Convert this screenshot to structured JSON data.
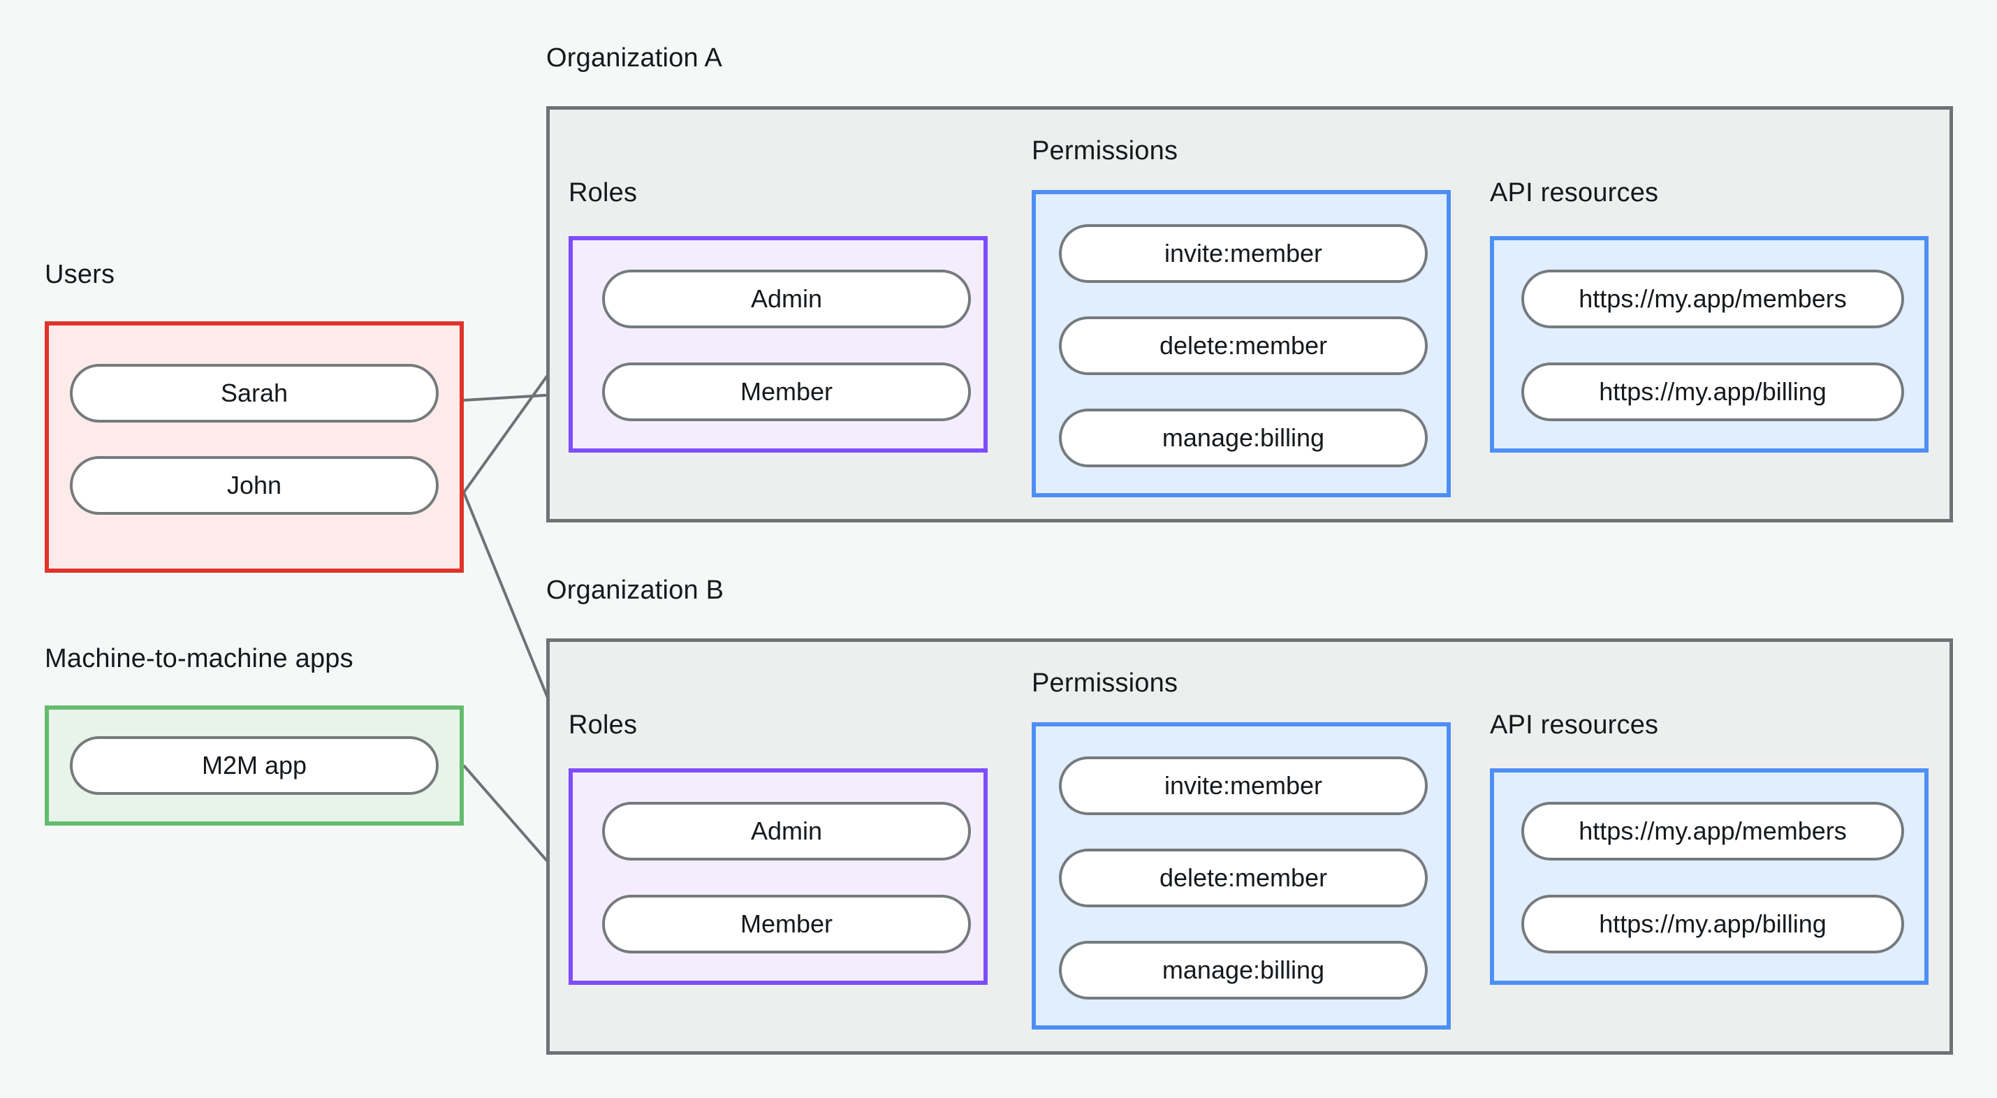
{
  "diagram": {
    "title_hidden": "",
    "background_color": "#f6f8f8",
    "colors": {
      "users_border": "#e0332a",
      "users_fill": "#fcebe9",
      "m2m_border": "#64bc6e",
      "m2m_fill": "#e8f4e9",
      "org_border": "#6d7275",
      "org_fill": "#edefee",
      "roles_border": "#7d4dfe",
      "roles_fill": "#f4edfe",
      "permissions_border": "#4d8ff5",
      "permissions_fill": "#e0eefd",
      "api_border": "#4d8ff5",
      "api_fill": "#e0eefd",
      "node_border": "#757a7d",
      "node_fill": "#ffffff",
      "edge": "#6d7275",
      "text": "#15191c"
    }
  },
  "labels": {
    "users": "Users",
    "m2m": "Machine-to-machine apps",
    "org_a": "Organization A",
    "org_b": "Organization B",
    "roles_a": "Roles",
    "permissions_a": "Permissions",
    "api_a": "API resources",
    "roles_b": "Roles",
    "permissions_b": "Permissions",
    "api_b": "API resources"
  },
  "users": {
    "items": [
      {
        "id": "sarah",
        "label": "Sarah"
      },
      {
        "id": "john",
        "label": "John"
      }
    ]
  },
  "m2m_apps": {
    "items": [
      {
        "id": "m2m-app",
        "label": "M2M app"
      }
    ]
  },
  "org_a": {
    "name": "Organization A",
    "roles": [
      {
        "id": "a-admin",
        "label": "Admin"
      },
      {
        "id": "a-member",
        "label": "Member"
      }
    ],
    "permissions": [
      {
        "id": "a-invite",
        "label": "invite:member"
      },
      {
        "id": "a-delete",
        "label": "delete:member"
      },
      {
        "id": "a-billing",
        "label": "manage:billing"
      }
    ],
    "api_resources": [
      {
        "id": "a-res-members",
        "label": "https://my.app/members"
      },
      {
        "id": "a-res-billing",
        "label": "https://my.app/billing"
      }
    ]
  },
  "org_b": {
    "name": "Organization B",
    "roles": [
      {
        "id": "b-admin",
        "label": "Admin"
      },
      {
        "id": "b-member",
        "label": "Member"
      }
    ],
    "permissions": [
      {
        "id": "b-invite",
        "label": "invite:member"
      },
      {
        "id": "b-delete",
        "label": "delete:member"
      },
      {
        "id": "b-billing",
        "label": "manage:billing"
      }
    ],
    "api_resources": [
      {
        "id": "b-res-members",
        "label": "https://my.app/members"
      },
      {
        "id": "b-res-billing",
        "label": "https://my.app/billing"
      }
    ]
  },
  "connections": [
    {
      "from": "sarah",
      "to": "a-member"
    },
    {
      "from": "john",
      "to": "a-admin"
    },
    {
      "from": "john",
      "to": "b-admin"
    },
    {
      "from": "m2m-app",
      "to": "b-member"
    },
    {
      "from": "a-admin",
      "to": "a-invite"
    },
    {
      "from": "a-admin",
      "to": "a-delete"
    },
    {
      "from": "a-member",
      "to": "a-billing"
    },
    {
      "from": "a-invite",
      "to": "a-res-members"
    },
    {
      "from": "a-delete",
      "to": "a-res-members"
    },
    {
      "from": "a-billing",
      "to": "a-res-billing"
    },
    {
      "from": "b-admin",
      "to": "b-invite"
    },
    {
      "from": "b-admin",
      "to": "b-delete"
    },
    {
      "from": "b-member",
      "to": "b-billing"
    },
    {
      "from": "b-invite",
      "to": "b-res-members"
    },
    {
      "from": "b-delete",
      "to": "b-res-members"
    },
    {
      "from": "b-billing",
      "to": "b-res-billing"
    }
  ]
}
